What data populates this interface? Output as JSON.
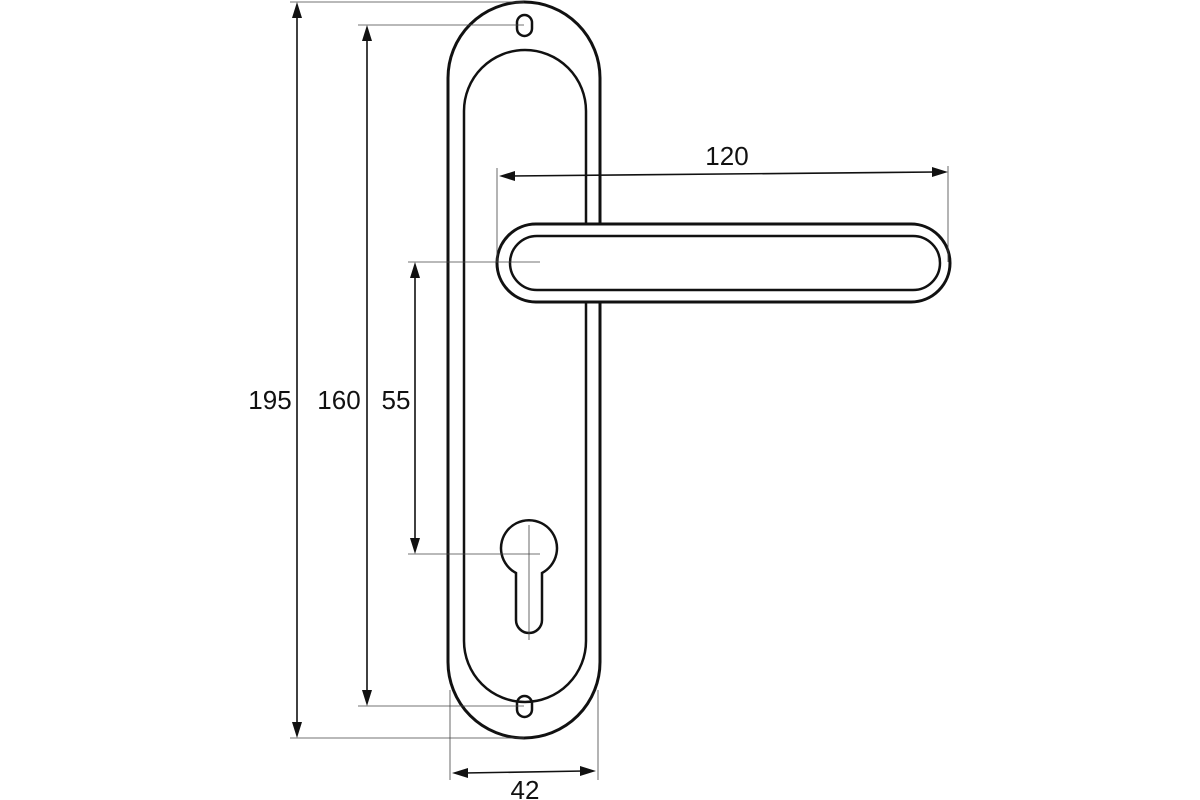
{
  "diagram": {
    "subject": "door-handle-on-backplate",
    "stroke_color": "#111111",
    "background_color": "#ffffff",
    "dimensions": {
      "overall_height": "195",
      "screw_spacing": "160",
      "handle_to_cylinder": "55",
      "handle_length": "120",
      "plate_width": "42"
    }
  }
}
